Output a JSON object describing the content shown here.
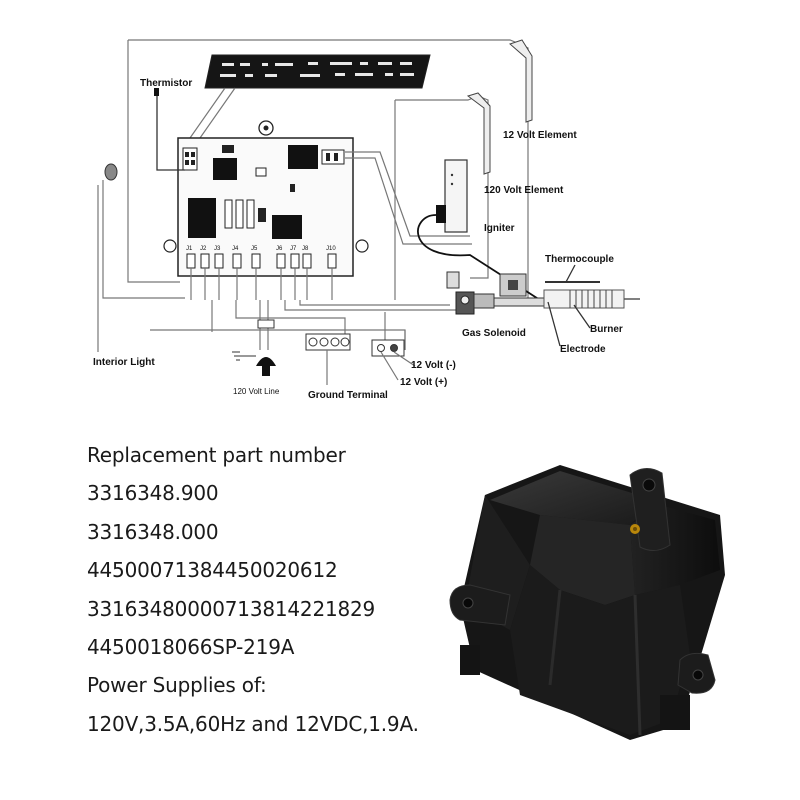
{
  "diagram": {
    "labels": {
      "thermistor": "Thermistor",
      "element_12v": "12 Volt Element",
      "element_120v": "120 Volt Element",
      "igniter": "Igniter",
      "thermocouple": "Thermocouple",
      "gas_solenoid": "Gas Solenoid",
      "burner": "Burner",
      "electrode": "Electrode",
      "interior_light": "Interior Light",
      "line_120v": "120 Volt Line",
      "ground_terminal": "Ground Terminal",
      "volt_neg": "12 Volt (-)",
      "volt_pos": "12 Volt (+)"
    },
    "pins": [
      "J1",
      "J2",
      "J3",
      "J4",
      "J5",
      "J6",
      "J7",
      "J8",
      "J10"
    ]
  },
  "info": {
    "lines": [
      "Replacement part number",
      "3316348.900",
      "3316348.000",
      "44500071384450020612",
      "33163480000713814221829",
      "4450018066SP-219A",
      "Power Supplies of:",
      "120V,3.5A,60Hz and 12VDC,1.9A."
    ]
  }
}
